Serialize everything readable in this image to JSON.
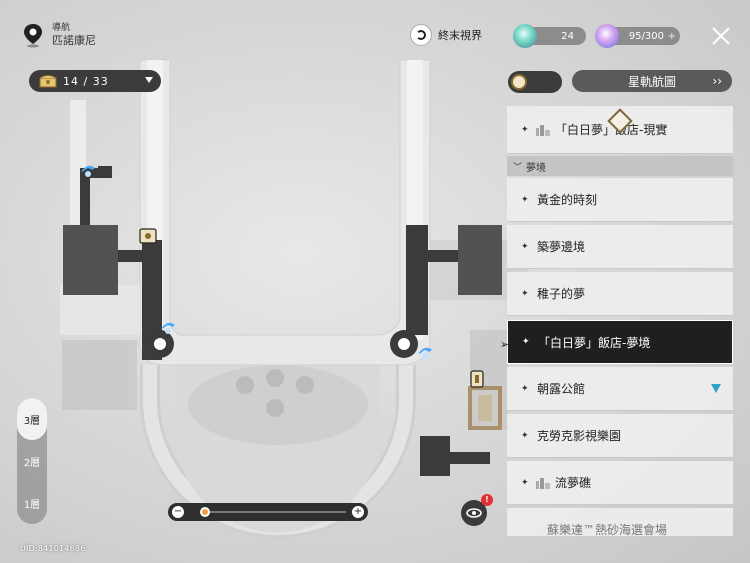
{
  "header": {
    "nav_title": "導航",
    "region": "匹諾康尼"
  },
  "terminus": {
    "label": "終末視界"
  },
  "resources": [
    {
      "name": "stellar-jade",
      "value": "24"
    },
    {
      "name": "trailblaze-power",
      "value": "95/300",
      "plus": "+"
    }
  ],
  "chest": {
    "count": "14 / 33"
  },
  "starmap": {
    "label": "星軌航圖",
    "chevron": "››"
  },
  "list": {
    "hotel_reality": "「白日夢」飯店-現實",
    "section_label": "夢境",
    "items": [
      "黃金的時刻",
      "築夢邊境",
      "稚子的夢",
      "「白日夢」飯店-夢境",
      "朝露公館",
      "克勞克影視樂園",
      "流夢礁",
      "蘇樂達™熱砂海選會場"
    ],
    "current_index": 3
  },
  "floors": [
    "3層",
    "2層",
    "1層"
  ],
  "active_floor": "3層",
  "zoom": {
    "minus": "−",
    "plus": "+",
    "level": 0.02
  },
  "eye_badge": "!",
  "uid": "UID:841014686",
  "colors": {
    "accent_blue": "#2da3c9",
    "zoom_orange": "#f0a040",
    "badge_red": "#e03030"
  }
}
